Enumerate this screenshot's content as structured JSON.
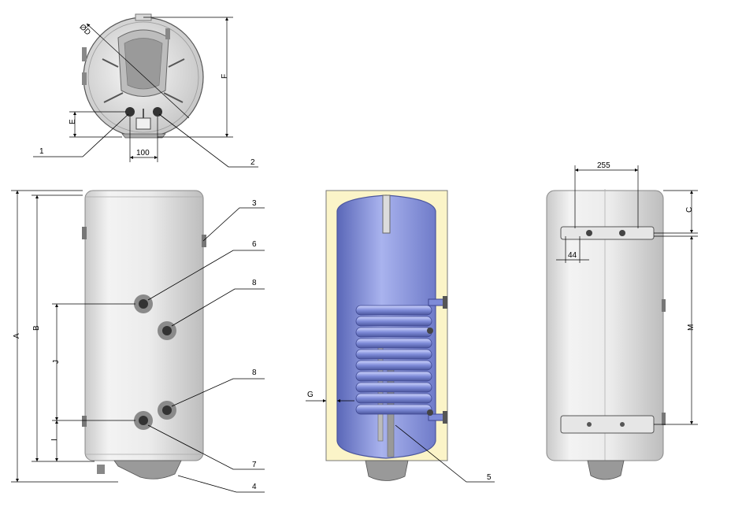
{
  "top_view": {
    "dim_diameter": "ØD",
    "dim_height": "F",
    "dim_offset": "E",
    "dim_spacing": "100"
  },
  "front_view": {
    "dim_a": "A",
    "dim_b": "B",
    "dim_j": "J",
    "dim_i": "I"
  },
  "section_view": {
    "dim_g": "G"
  },
  "back_view": {
    "dim_width": "255",
    "dim_c": "C",
    "dim_m": "M",
    "dim_44": "44"
  },
  "callouts": {
    "c1": "1",
    "c2": "2",
    "c3": "3",
    "c4": "4",
    "c5": "5",
    "c6": "6",
    "c7": "7",
    "c8a": "8",
    "c8b": "8"
  }
}
